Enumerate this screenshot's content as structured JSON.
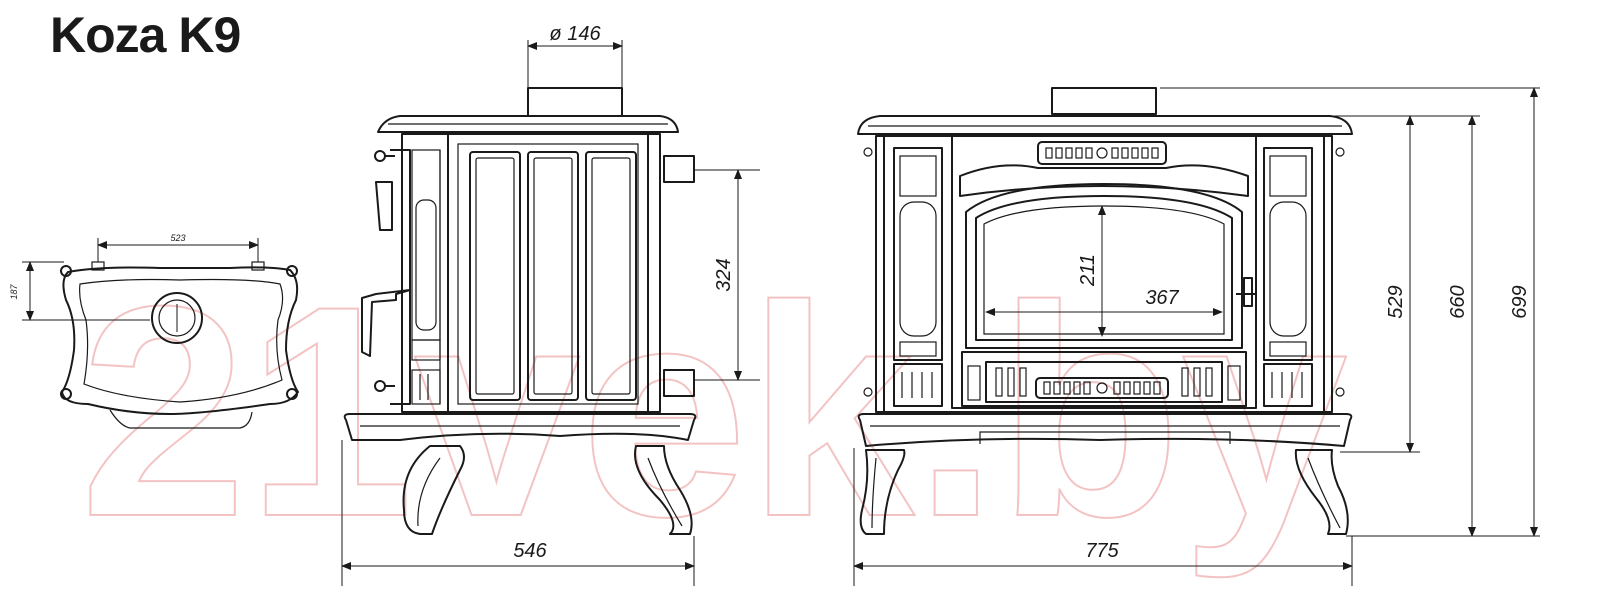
{
  "title": "Koza K9",
  "watermark": "21vek.by",
  "dimensions": {
    "top_width": "523",
    "top_depth": "187",
    "flue_diameter": "ø 146",
    "side_height": "324",
    "side_width": "546",
    "front_width": "775",
    "window_height": "211",
    "window_width": "367",
    "height_flue_axis": "529",
    "height_top": "660",
    "height_total": "699"
  }
}
